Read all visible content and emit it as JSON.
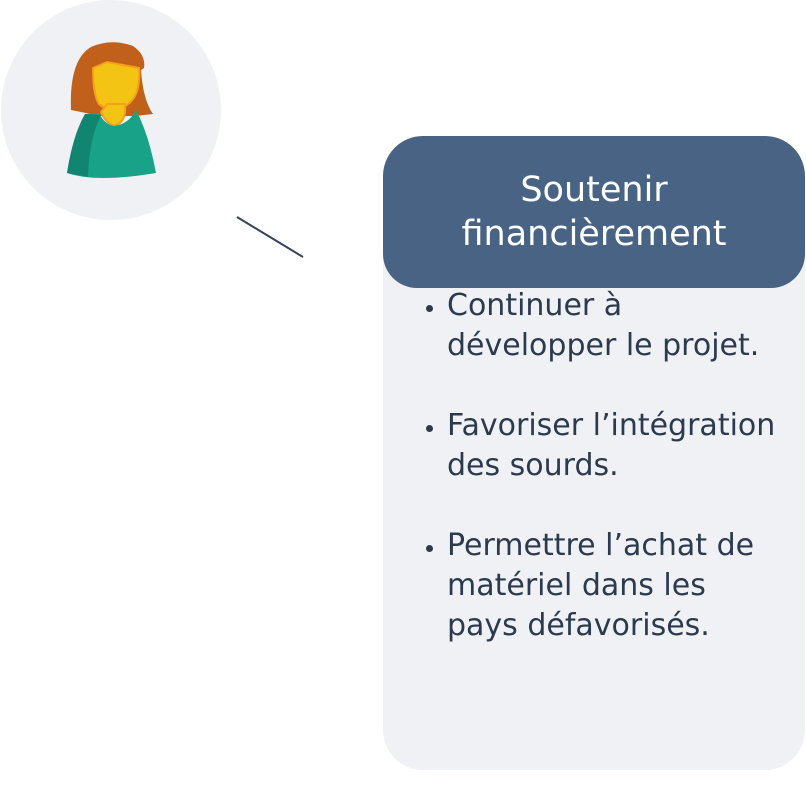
{
  "persona": {
    "icon": "woman-avatar-icon"
  },
  "card": {
    "title": "Soutenir financièrement",
    "items": [
      {
        "text": "Continuer à développer le projet."
      },
      {
        "text": "Favoriser l’intégration des sourds."
      },
      {
        "text": "Permettre l’achat de matériel dans les pays défavorisés."
      }
    ]
  },
  "colors": {
    "header": "#486383",
    "card_bg": "#eff1f5",
    "text": "#2c3a4e",
    "line": "#34445a"
  }
}
